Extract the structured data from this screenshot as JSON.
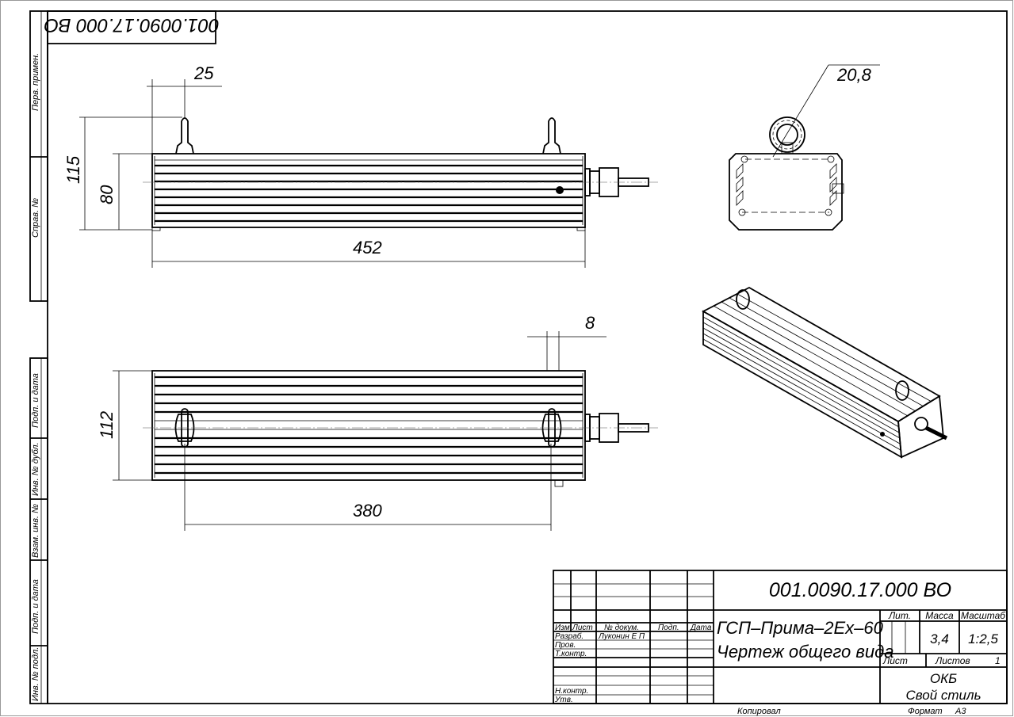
{
  "drawing": {
    "designation": "001.0090.17.000 ВО",
    "designation_stamp_rotated": "001.0090.17.000 ВО",
    "title_line1": "ГСП–Прима–2Ех–60",
    "title_line2": "Чертеж общего вида",
    "mass": "3,4",
    "scale": "1:2,5",
    "sheets_count": "1",
    "organization_line1": "ОКБ",
    "organization_line2": "Свой стиль",
    "copied_label": "Копировал",
    "format_label": "Формат",
    "format_value": "А3"
  },
  "title_block_headers": {
    "izm": "Изм",
    "list": "Лист",
    "doc_no": "№ докум.",
    "sign": "Подп.",
    "date": "Дата",
    "lit": "Лит.",
    "mass": "Масса",
    "scale": "Масштаб",
    "sheet": "Лист",
    "sheets": "Листов"
  },
  "roles": {
    "developer_label": "Разраб.",
    "developer_name": "Луконин Е П",
    "checker_label": "Пров.",
    "tech_control_label": "Т.контр.",
    "norm_control_label": "Н.контр.",
    "approved_label": "Утв."
  },
  "side_strip": {
    "perv_primen": "Перв. примен.",
    "sprav_no": "Справ. №",
    "podp_data_1": "Подп. и дата",
    "inv_dubl": "Инв. № дубл.",
    "vzam_inv": "Взам. инв. №",
    "podp_data_2": "Подп. и дата",
    "inv_podl": "Инв. № подл."
  },
  "dimensions": {
    "lug_offset": "25",
    "overall_height": "115",
    "body_height": "80",
    "overall_length": "452",
    "eye_diameter": "20,8",
    "end_offset": "8",
    "width": "112",
    "lug_spacing": "380"
  }
}
